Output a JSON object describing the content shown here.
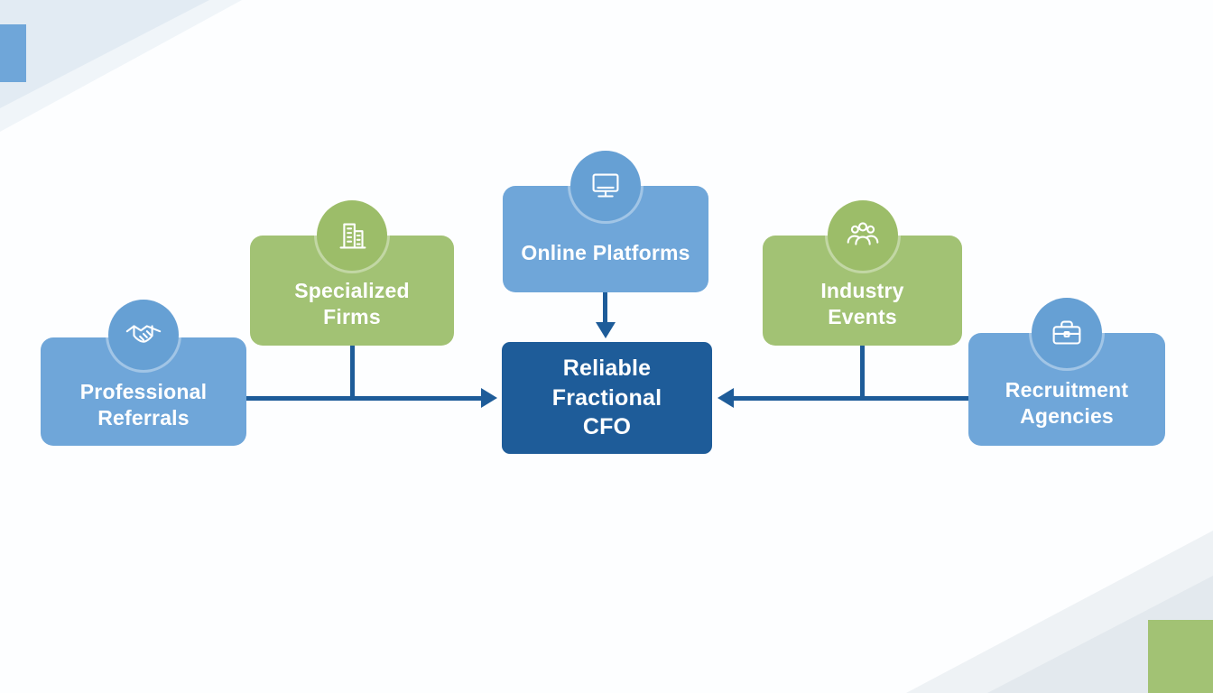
{
  "diagram": {
    "center": {
      "label": "Reliable Fractional CFO",
      "lines": [
        "Reliable",
        "Fractional",
        "CFO"
      ]
    },
    "sources": [
      {
        "id": "professional-referrals",
        "label": "Professional Referrals",
        "lines": [
          "Professional",
          "Referrals"
        ],
        "icon": "handshake-icon",
        "color": "light-blue"
      },
      {
        "id": "specialized-firms",
        "label": "Specialized Firms",
        "lines": [
          "Specialized",
          "Firms"
        ],
        "icon": "building-icon",
        "color": "green"
      },
      {
        "id": "online-platforms",
        "label": "Online Platforms",
        "lines": [
          "Online Platforms"
        ],
        "icon": "monitor-icon",
        "color": "light-blue"
      },
      {
        "id": "industry-events",
        "label": "Industry Events",
        "lines": [
          "Industry",
          "Events"
        ],
        "icon": "people-icon",
        "color": "green"
      },
      {
        "id": "recruitment-agencies",
        "label": "Recruitment Agencies",
        "lines": [
          "Recruitment",
          "Agencies"
        ],
        "icon": "briefcase-icon",
        "color": "light-blue"
      }
    ],
    "colors": {
      "light_blue": "#6FA6D9",
      "green": "#A2C274",
      "dark_blue": "#1E5C99",
      "connector": "#1E5C99"
    }
  }
}
